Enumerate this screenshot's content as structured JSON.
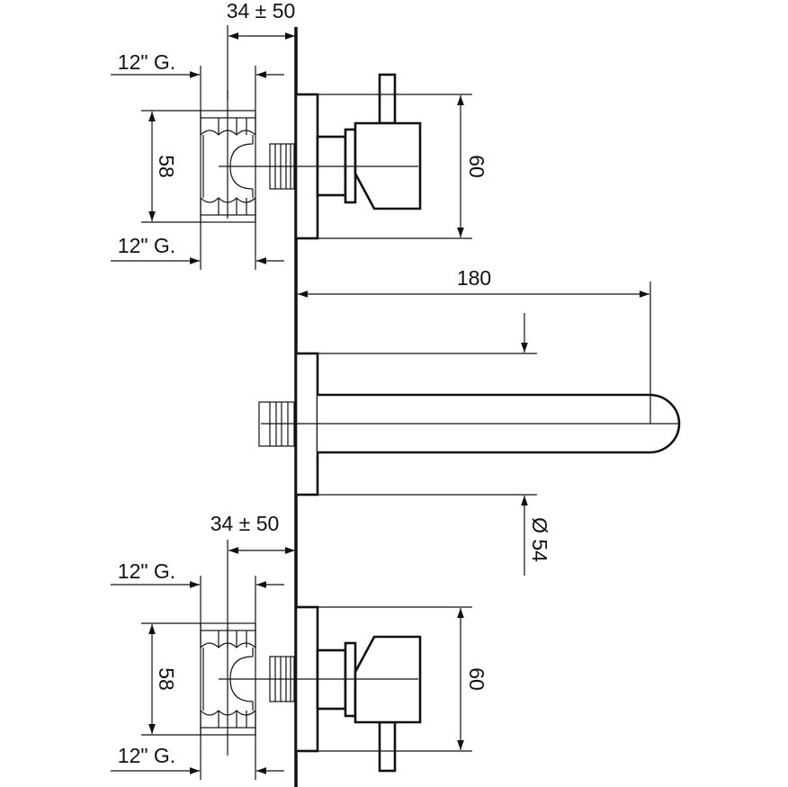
{
  "labels": {
    "top_offset": "34 ± 50",
    "top_thread_upper": "12\" G.",
    "top_thread_lower": "12\" G.",
    "top_spacing": "58",
    "top_plate_height": "60",
    "spout_length": "180",
    "spout_plate_diameter": "Ø 54",
    "bottom_offset": "34 ± 50",
    "bottom_thread_upper": "12\" G.",
    "bottom_thread_lower": "12\" G.",
    "bottom_spacing": "58",
    "bottom_plate_height": "60"
  }
}
